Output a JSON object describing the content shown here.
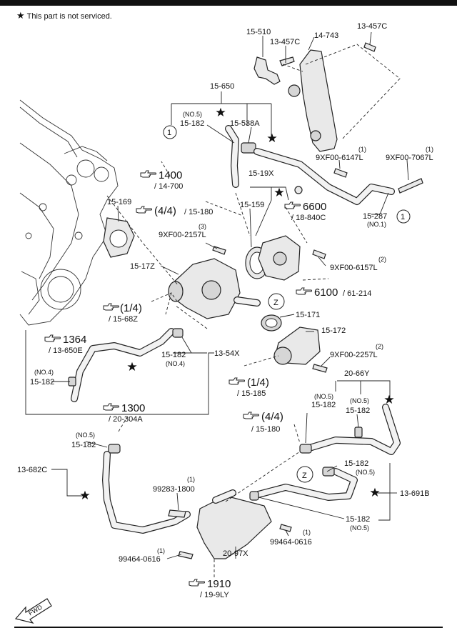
{
  "note": {
    "star": "★",
    "text": "This part is not serviced."
  },
  "labels": {
    "p15_510": "15-510",
    "p13_457c_a": "13-457C",
    "p14_743": "14-743",
    "p13_457c_b": "13-457C",
    "p15_650": "15-650",
    "no5_a": "(NO.5)",
    "p15_182_a": "15-182",
    "p15_538a": "15-538A",
    "circle1_a": "1",
    "qty1_a": "(1)",
    "p9xf00_6147l": "9XF00-6147L",
    "qty1_b": "(1)",
    "p9xf00_7067l": "9XF00-7067L",
    "p15_19x": "15-19X",
    "p15_169": "15-169",
    "p15_159": "15-159",
    "p15_287": "15-287",
    "no1": "(NO.1)",
    "circle1_b": "1",
    "qty3": "(3)",
    "p9xf00_2157l": "9XF00-2157L",
    "p15_17z": "15-17Z",
    "qty2_a": "(2)",
    "p9xf00_6157l": "9XF00-6157L",
    "circleZ_a": "Z",
    "p15_171": "15-171",
    "p15_172": "15-172",
    "p15_182_b": "15-182",
    "no4_a": "(NO.4)",
    "p13_54x": "13-54X",
    "no4_b": "(NO.4)",
    "p15_182_c": "15-182",
    "qty2_b": "(2)",
    "p9xf00_2257l": "9XF00-2257L",
    "p20_66y": "20-66Y",
    "no5_b": "(NO.5)",
    "p15_182_d": "15-182",
    "no5_c": "(NO.5)",
    "p15_182_e": "15-182",
    "no5_d": "(NO.5)",
    "p15_182_f": "15-182",
    "p13_682c": "13-682C",
    "circleZ_b": "Z",
    "p15_182_g": "15-182",
    "no5_e": "(NO.5)",
    "p13_691b": "13-691B",
    "qty1_c": "(1)",
    "p99283_1800": "99283-1800",
    "p15_182_h": "15-182",
    "no5_f": "(NO.5)",
    "qty1_d": "(1)",
    "p99464_0616_a": "99464-0616",
    "qty1_e": "(1)",
    "p99464_0616_b": "99464-0616",
    "p20_97x": "20-97X",
    "fwd": "FWD"
  },
  "refs": {
    "r1400": {
      "main": "1400",
      "sub": "/ 14-700"
    },
    "r44_a": {
      "main": "(4/4)",
      "sub": "/ 15-180"
    },
    "r6600": {
      "main": "6600",
      "sub": "/ 18-840C"
    },
    "r14_a": {
      "main": "(1/4)",
      "sub": "/ 15-68Z"
    },
    "r6100": {
      "main": "6100",
      "sub": "/ 61-214"
    },
    "r1364": {
      "main": "1364",
      "sub": "/ 13-650E"
    },
    "r14_b": {
      "main": "(1/4)",
      "sub": "/ 15-185"
    },
    "r1300": {
      "main": "1300",
      "sub": "/ 20-304A"
    },
    "r44_b": {
      "main": "(4/4)",
      "sub": "/ 15-180"
    },
    "r1910": {
      "main": "1910",
      "sub": "/ 19-9LY"
    }
  }
}
